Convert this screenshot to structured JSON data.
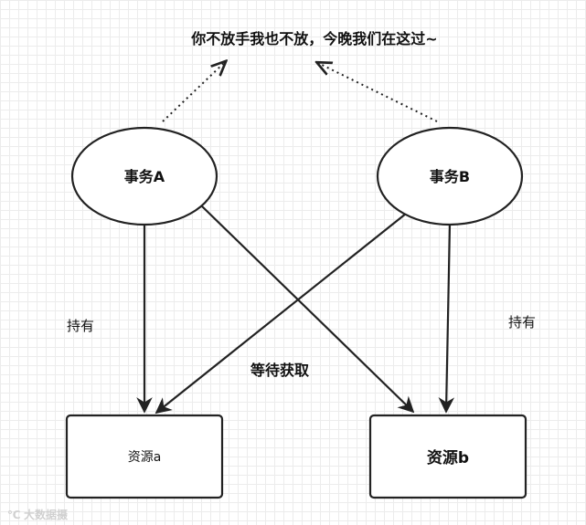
{
  "caption": "你不放手我也不放，今晚我们在这过~",
  "nodes": {
    "transaction_a": "事务A",
    "transaction_b": "事务B",
    "resource_a": "资源a",
    "resource_b": "资源b"
  },
  "labels": {
    "hold_left": "持有",
    "hold_right": "持有",
    "wait_acquire": "等待获取"
  },
  "watermark": "大数据摄",
  "colors": {
    "stroke": "#222222",
    "text": "#111111",
    "grid": "#ececec"
  }
}
